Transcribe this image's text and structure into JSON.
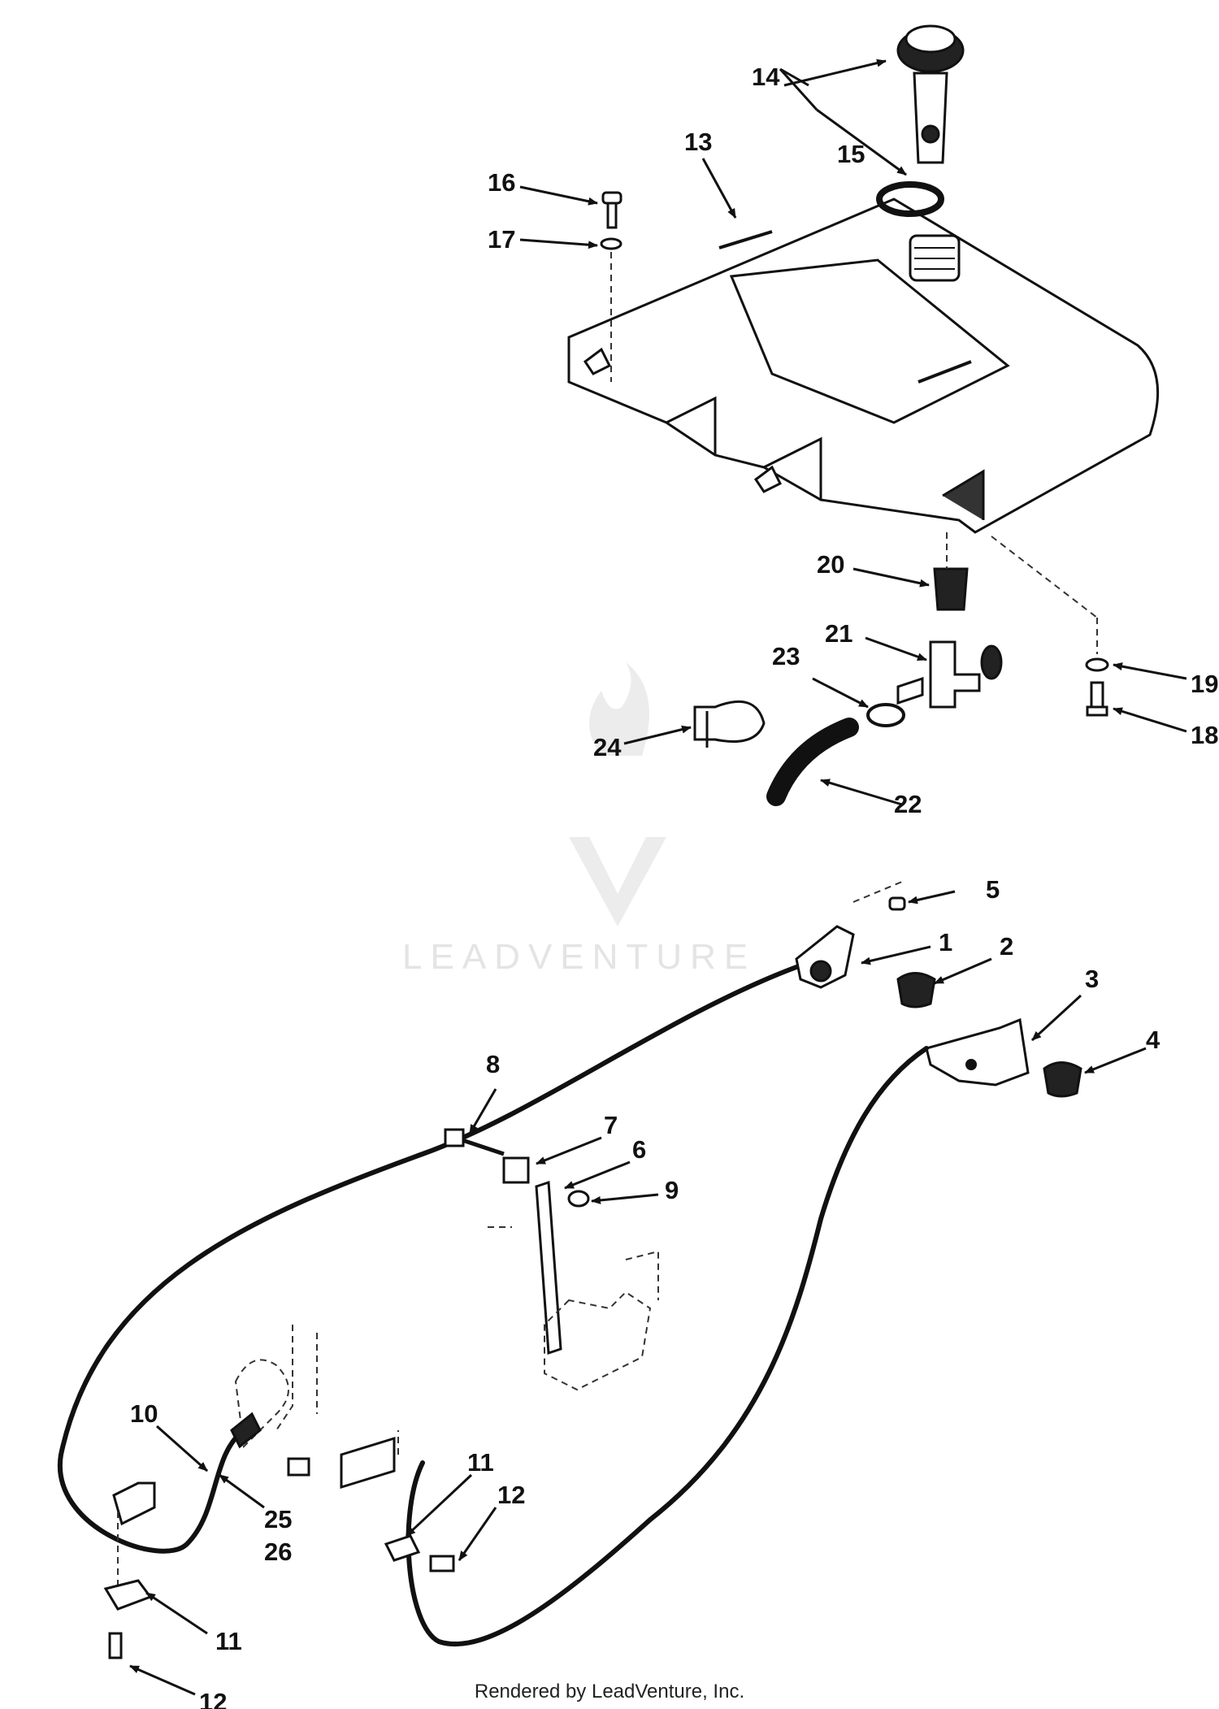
{
  "callouts": {
    "c1": "1",
    "c2": "2",
    "c3": "3",
    "c4": "4",
    "c5": "5",
    "c6": "6",
    "c7": "7",
    "c8": "8",
    "c9": "9",
    "c10": "10",
    "c11a": "11",
    "c11b": "11",
    "c12a": "12",
    "c12b": "12",
    "c13": "13",
    "c14": "14",
    "c15": "15",
    "c16": "16",
    "c17": "17",
    "c18": "18",
    "c19": "19",
    "c20": "20",
    "c21": "21",
    "c22": "22",
    "c23": "23",
    "c24": "24",
    "c25": "25",
    "c26": "26"
  },
  "watermark": {
    "text": "LEADVENTURE"
  },
  "footer": {
    "text": "Rendered by LeadVenture, Inc."
  }
}
